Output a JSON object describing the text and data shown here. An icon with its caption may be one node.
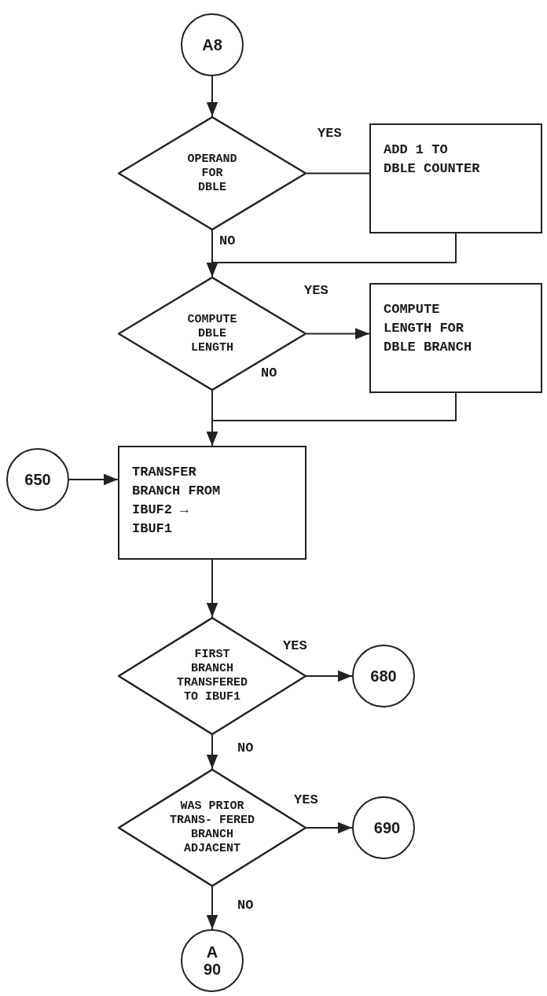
{
  "diagram": {
    "nodes": [
      {
        "text": [
          "A8"
        ]
      },
      {
        "text": [
          "OPERAND FOR DBLE"
        ]
      },
      {
        "text": [
          "ADD 1 TO DBLE COUNTER"
        ]
      },
      {
        "text": [
          "COMPUTE DBLE LENGTH"
        ]
      },
      {
        "text": [
          "COMPUTE LENGTH FOR DBLE BRANCH"
        ]
      },
      {
        "text": [
          "650"
        ]
      },
      {
        "text": [
          "TRANSFER BRANCH FROM IBUF2 → IBUF1"
        ]
      },
      {
        "text": [
          "FIRST BRANCH TRANSFERED TO IBUF1"
        ]
      },
      {
        "text": [
          "680"
        ]
      },
      {
        "text": [
          "WAS PRIOR TRANS- FERED BRANCH ADJACENT"
        ]
      },
      {
        "text": [
          "690"
        ]
      },
      {
        "text": [
          "A 90"
        ]
      }
    ],
    "edges": [
      {
        "from": 0,
        "to": 1,
        "arrow": "to"
      },
      {
        "from": 1,
        "to": 2,
        "arrow": "none",
        "label": "YES"
      },
      {
        "from": 2,
        "to": 3,
        "arrow": "to"
      },
      {
        "from": 1,
        "to": 3,
        "arrow": "to",
        "label": "NO"
      },
      {
        "from": 3,
        "to": 4,
        "arrow": "to",
        "label": "YES"
      },
      {
        "from": 3,
        "to": 6,
        "arrow": "to",
        "label": "NO"
      },
      {
        "from": 4,
        "to": 6,
        "arrow": "to"
      },
      {
        "from": 5,
        "to": 6,
        "arrow": "to"
      },
      {
        "from": 6,
        "to": 7,
        "arrow": "to"
      },
      {
        "from": 7,
        "to": 8,
        "arrow": "to",
        "label": "YES"
      },
      {
        "from": 7,
        "to": 9,
        "arrow": "to",
        "label": "NO"
      },
      {
        "from": 9,
        "to": 10,
        "arrow": "to",
        "label": "YES"
      },
      {
        "from": 9,
        "to": 11,
        "arrow": "to",
        "label": "NO"
      }
    ]
  }
}
